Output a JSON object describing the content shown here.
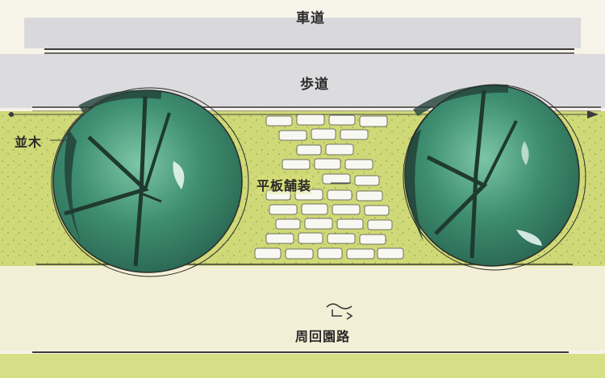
{
  "labels": {
    "roadway": "車道",
    "sidewalk": "歩道",
    "street_trees": "並木",
    "flagstone_paving": "平板舗装",
    "loop_path": "周回園路"
  },
  "colors": {
    "roadway_band": "#d9d9dc",
    "sidewalk_band": "#dcdcde",
    "planting_strip": "#cfd977",
    "loop_path_band": "#f3efd6",
    "tree_canopy": "#3f8f72",
    "tree_dark": "#234238",
    "paving_stone": "#f8f8f3",
    "line": "#3a3a3a"
  },
  "icons": {
    "direction_marker": "arrow-icon"
  }
}
